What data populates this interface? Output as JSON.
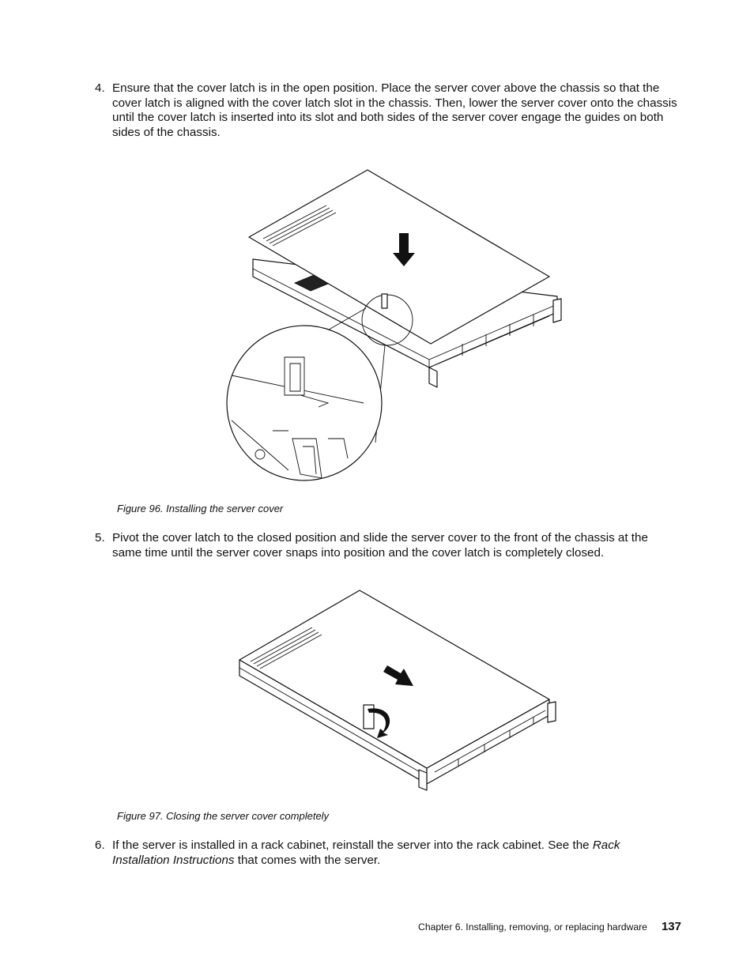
{
  "steps": [
    {
      "number": "4.",
      "text": "Ensure that the cover latch is in the open position. Place the server cover above the chassis so that the cover latch is aligned with the cover latch slot in the chassis. Then, lower the server cover onto the chassis until the cover latch is inserted into its slot and both sides of the server cover engage the guides on both sides of the chassis."
    },
    {
      "number": "5.",
      "text": "Pivot the cover latch to the closed position and slide the server cover to the front of the chassis at the same time until the server cover snaps into position and the cover latch is completely closed."
    },
    {
      "number": "6.",
      "text_before": "If the server is installed in a rack cabinet, reinstall the server into the rack cabinet. See the ",
      "text_italic": "Rack Installation Instructions",
      "text_after": " that comes with the server."
    }
  ],
  "figures": [
    {
      "caption": "Figure 96.  Installing the server cover"
    },
    {
      "caption": "Figure 97.  Closing the server cover completely"
    }
  ],
  "footer": {
    "chapter": "Chapter 6.  Installing, removing, or replacing hardware",
    "page": "137"
  }
}
